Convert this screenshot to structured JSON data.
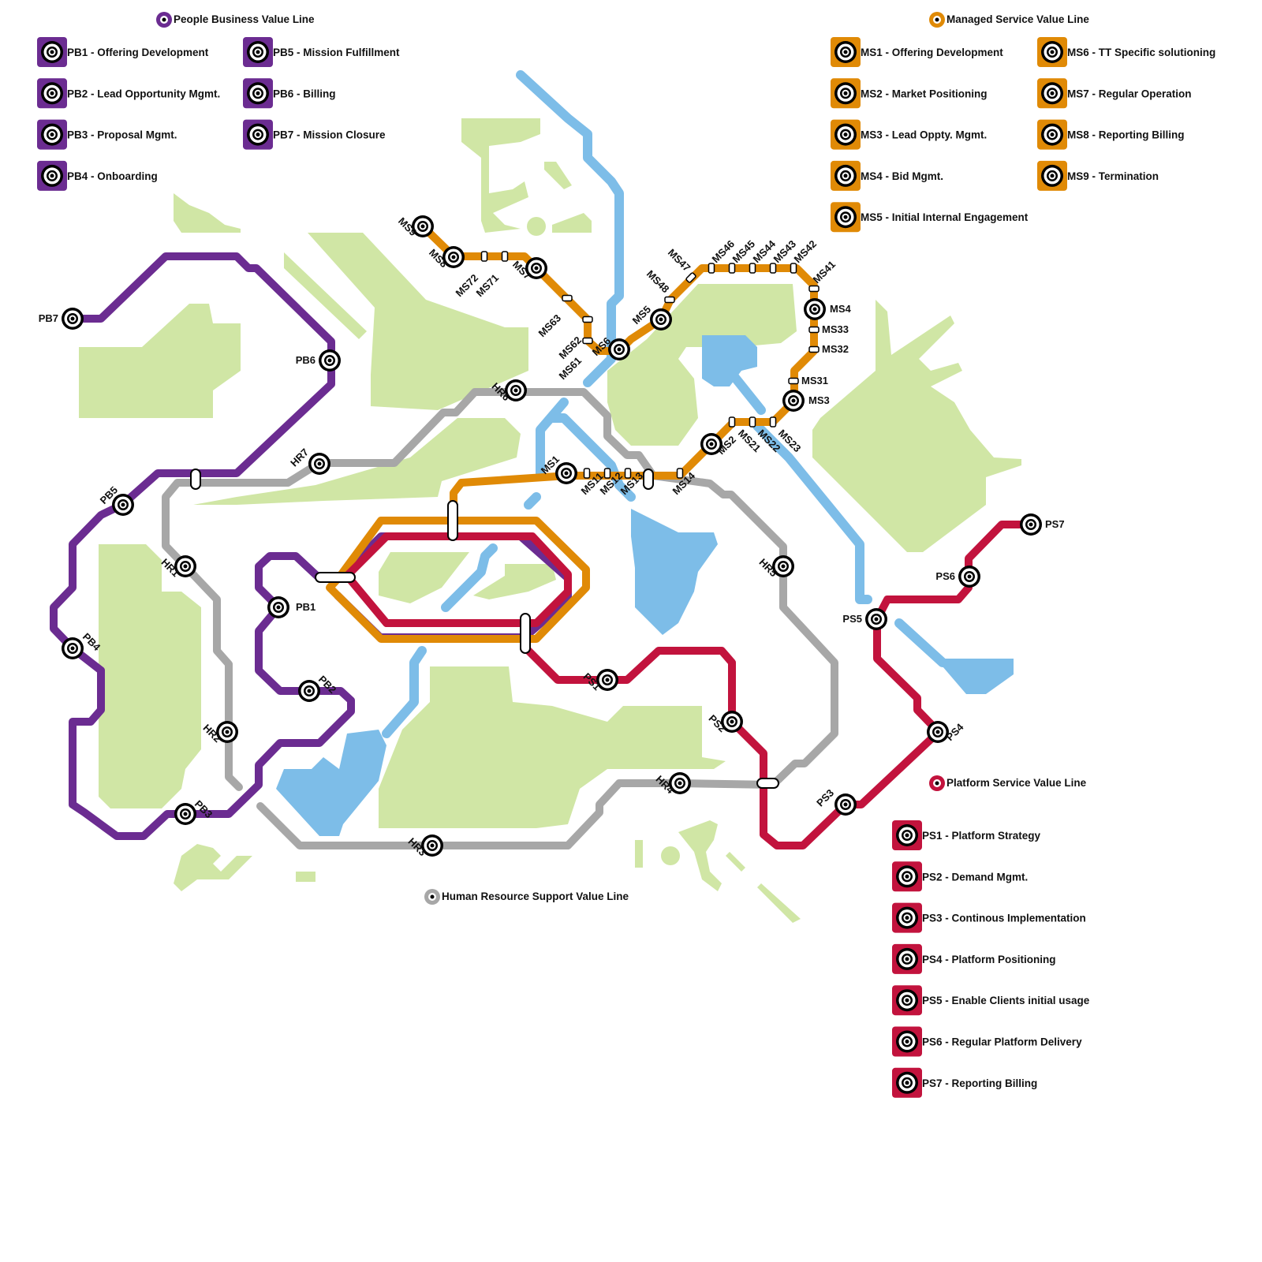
{
  "colors": {
    "pb": "#6b2c91",
    "ms": "#e08a06",
    "ps": "#c2133d",
    "hr": "#a7a7a7",
    "land": "#d0e6a5",
    "water": "#7dbde8"
  },
  "lines": {
    "pb": "People Business Value Line",
    "ms": "Managed Service Value Line",
    "ps": "Platform Service Value Line",
    "hr": "Human Resource Support Value Line"
  },
  "legend": {
    "pb": [
      "PB1 - Offering Development",
      "PB2 - Lead  Opportunity Mgmt.",
      "PB3 - Proposal Mgmt.",
      "PB4 - Onboarding",
      "PB5 - Mission Fulfillment",
      "PB6 - Billing",
      "PB7 - Mission Closure"
    ],
    "ms": [
      "MS1 - Offering Development",
      "MS2 - Market Positioning",
      "MS3 - Lead  Oppty. Mgmt.",
      "MS4 - Bid Mgmt.",
      "MS5 - Initial Internal Engagement",
      "MS6 - TT Specific solutioning",
      "MS7 - Regular Operation",
      "MS8 - Reporting  Billing",
      "MS9 - Termination"
    ],
    "ps": [
      "PS1 - Platform Strategy",
      "PS2 - Demand Mgmt.",
      "PS3 - Continous Implementation",
      "PS4 - Platform Positioning",
      "PS5 - Enable Clients initial usage",
      "PS6 - Regular Platform Delivery",
      "PS7 - Reporting  Billing"
    ]
  },
  "stations": {
    "pb": [
      "PB1",
      "PB2",
      "PB3",
      "PB4",
      "PB5",
      "PB6",
      "PB7"
    ],
    "ms": [
      "MS1",
      "MS2",
      "MS3",
      "MS4",
      "MS5",
      "MS6",
      "MS7",
      "MS8",
      "MS9"
    ],
    "ps": [
      "PS1",
      "PS2",
      "PS3",
      "PS4",
      "PS5",
      "PS6",
      "PS7"
    ],
    "hr": [
      "HR1",
      "HR2",
      "HR3",
      "HR4",
      "HR5",
      "HR6",
      "HR7"
    ],
    "ms_stops": [
      "MS11",
      "MS12",
      "MS13",
      "MS14",
      "MS21",
      "MS22",
      "MS23",
      "MS31",
      "MS32",
      "MS33",
      "MS41",
      "MS42",
      "MS43",
      "MS44",
      "MS45",
      "MS46",
      "MS47",
      "MS48",
      "MS61",
      "MS62",
      "MS63",
      "MS71",
      "MS72"
    ]
  }
}
